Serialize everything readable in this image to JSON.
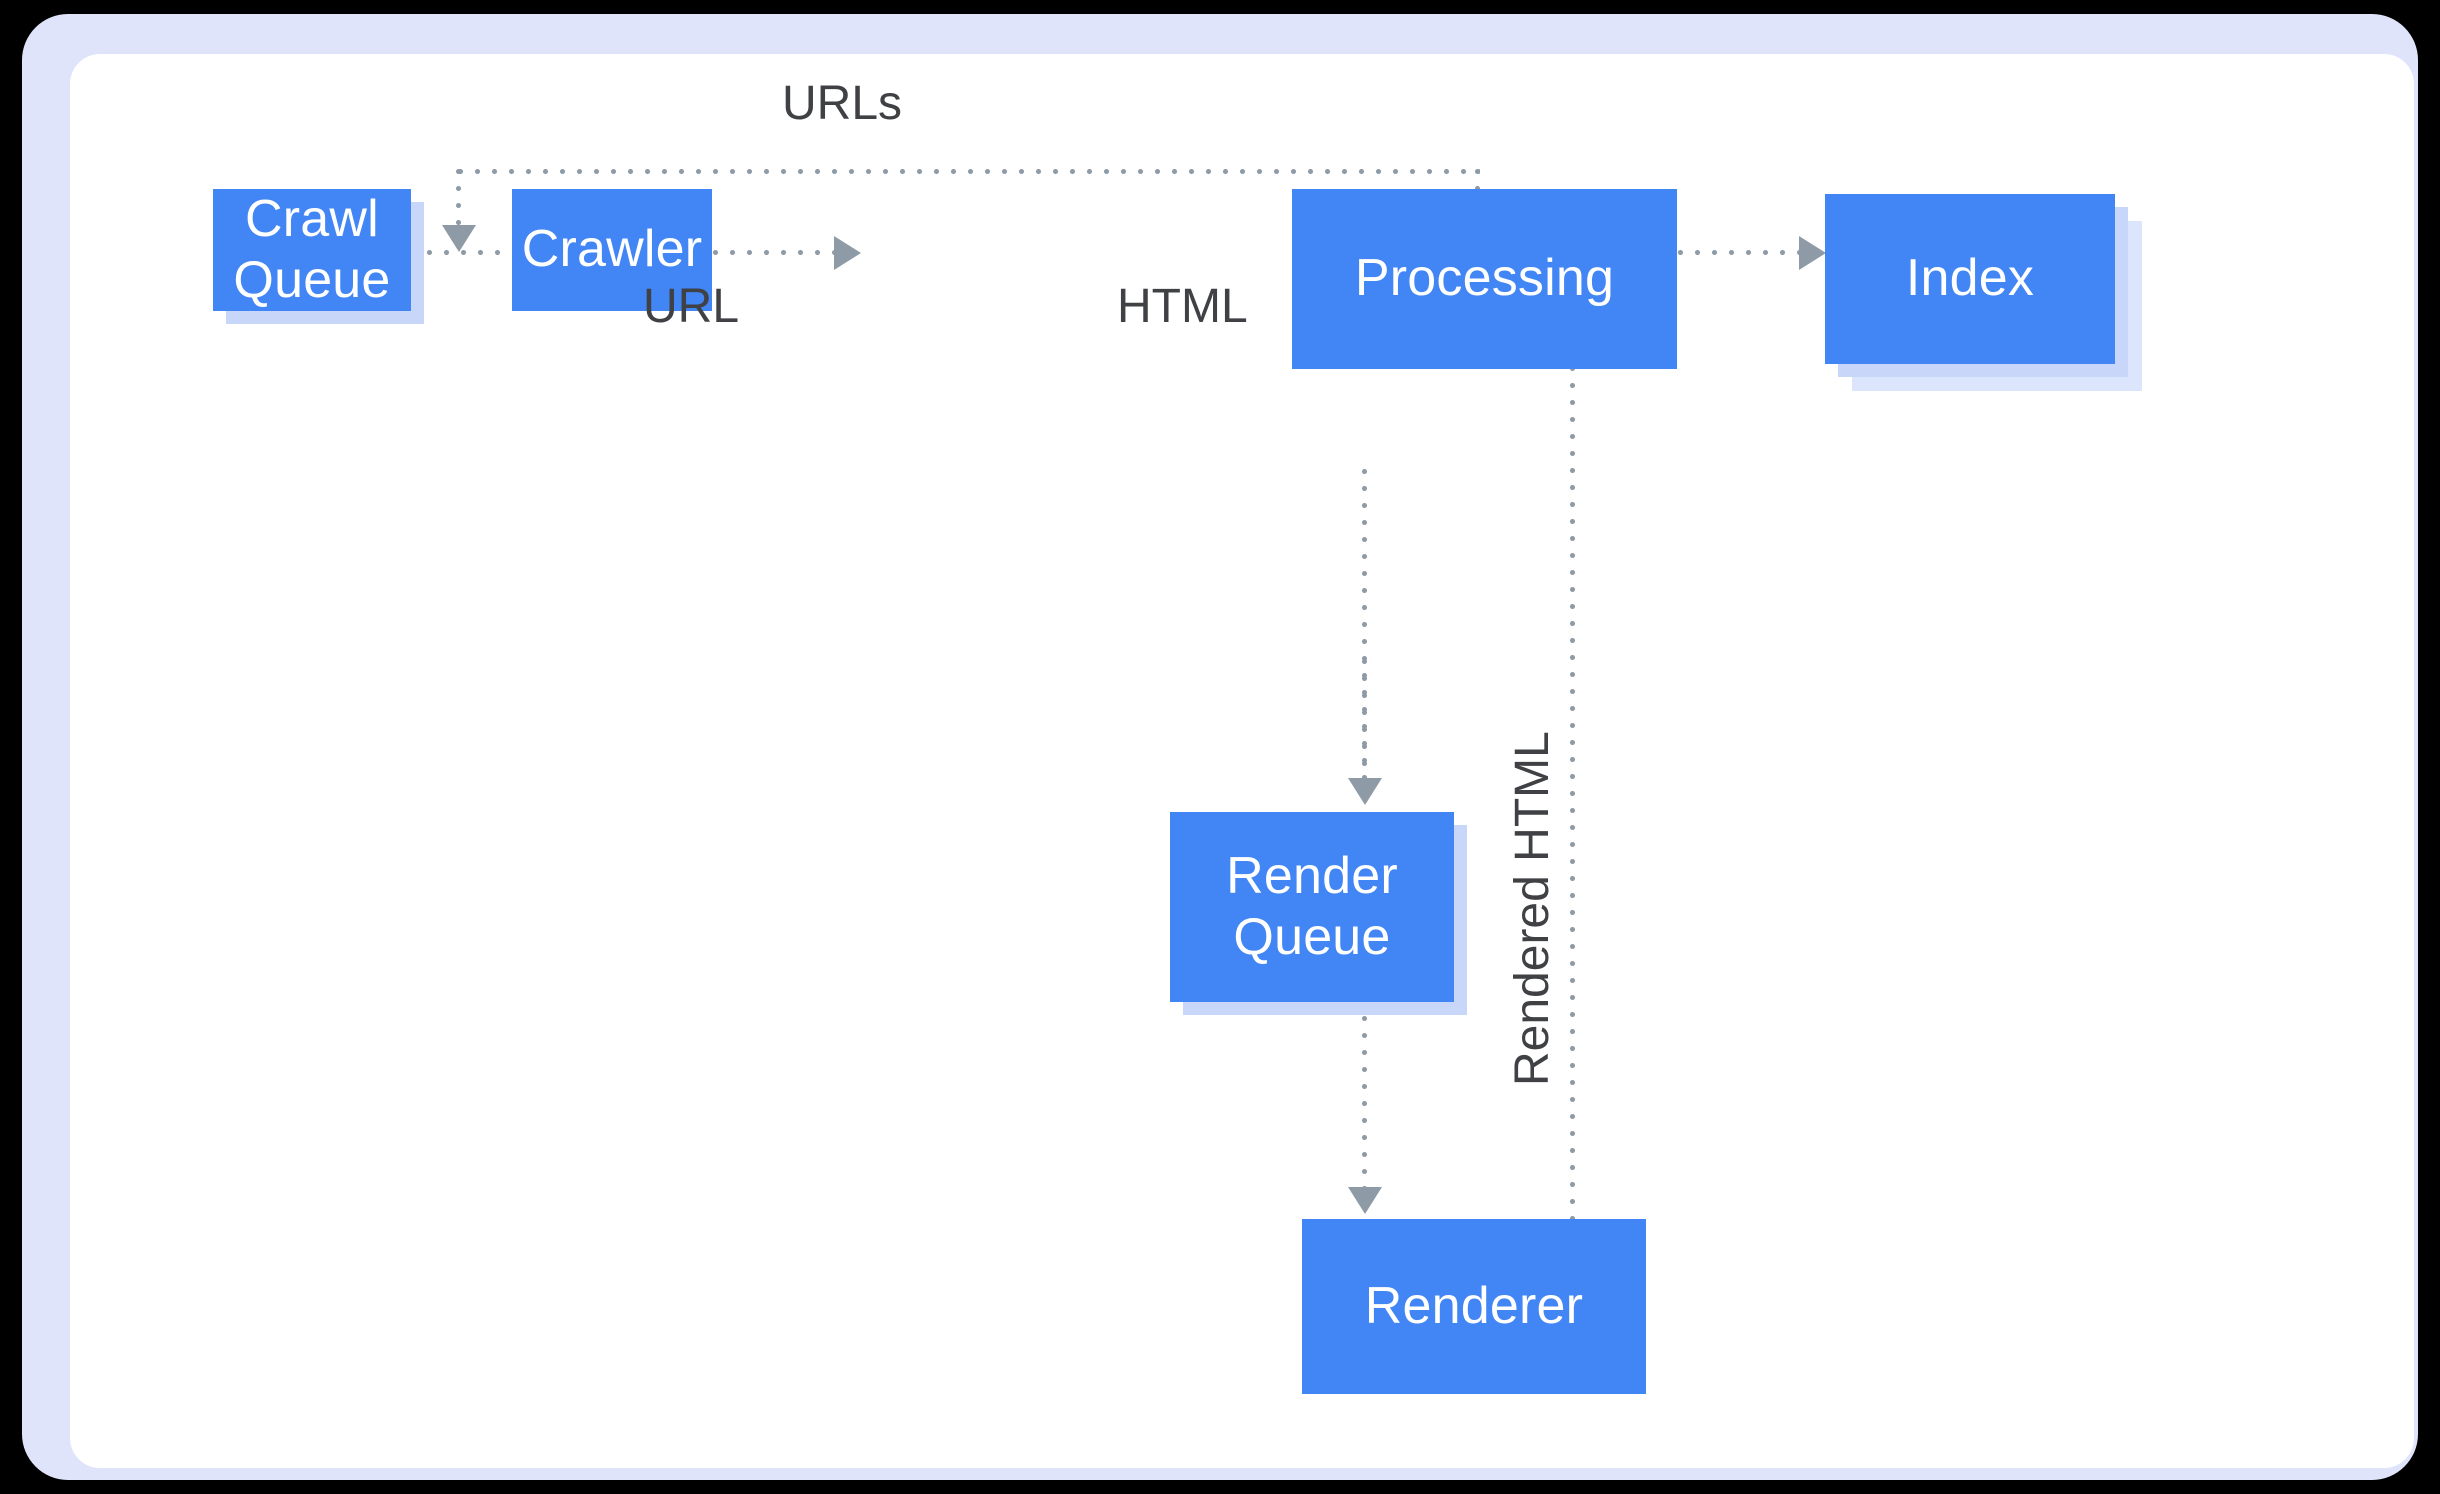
{
  "diagram": {
    "title": "Googlebot crawl, render and index pipeline",
    "background_color": "#ffffff",
    "frame_border_color": "#000000",
    "frame_inner_color": "#dfe4fb",
    "node_color": "#4285f4",
    "node_shadow_color": "#c7d6f9",
    "connector_color": "#8e9ba6",
    "label_color": "#3f4145",
    "nodes": [
      {
        "id": "crawl-queue",
        "label": "Crawl\nQueue",
        "has_shadow": true
      },
      {
        "id": "crawler",
        "label": "Crawler",
        "has_shadow": false
      },
      {
        "id": "processing",
        "label": "Processing",
        "has_shadow": false
      },
      {
        "id": "index",
        "label": "Index",
        "has_shadow": true
      },
      {
        "id": "render-queue",
        "label": "Render\nQueue",
        "has_shadow": true
      },
      {
        "id": "renderer",
        "label": "Renderer",
        "has_shadow": false
      }
    ],
    "edges": [
      {
        "id": "urls",
        "label": "URLs",
        "from": "processing",
        "to": "crawl-queue",
        "style": "dotted",
        "orientation": "horizontal"
      },
      {
        "id": "url",
        "label": "URL",
        "from": "crawl-queue",
        "to": "crawler",
        "style": "dotted",
        "orientation": "horizontal"
      },
      {
        "id": "html",
        "label": "HTML",
        "from": "crawler",
        "to": "processing",
        "style": "dotted",
        "orientation": "horizontal"
      },
      {
        "id": "to-index",
        "label": "",
        "from": "processing",
        "to": "index",
        "style": "dotted",
        "orientation": "horizontal"
      },
      {
        "id": "to-render-q",
        "label": "",
        "from": "processing",
        "to": "render-queue",
        "style": "dotted",
        "orientation": "vertical"
      },
      {
        "id": "to-renderer",
        "label": "",
        "from": "render-queue",
        "to": "renderer",
        "style": "dotted",
        "orientation": "vertical"
      },
      {
        "id": "rendered-html",
        "label": "Rendered HTML",
        "from": "renderer",
        "to": "processing",
        "style": "dotted",
        "orientation": "vertical"
      }
    ]
  }
}
